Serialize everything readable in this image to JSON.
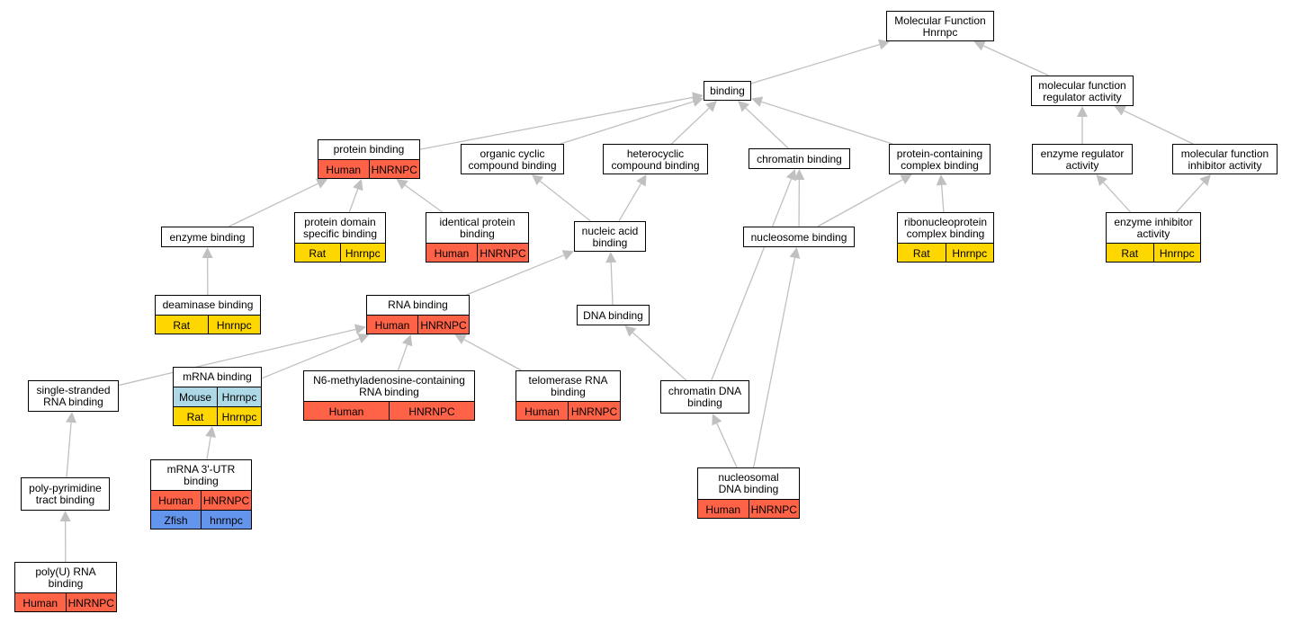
{
  "diagram": {
    "colors": {
      "edge": "#c0c0c0",
      "Human": "#ff6347",
      "Rat": "#ffd700",
      "Mouse": "#add8e6",
      "Zfish": "#6495ed"
    },
    "nodes": [
      {
        "id": "molecular-function",
        "label": "Molecular Function\nHnrnpc",
        "annotations": []
      },
      {
        "id": "binding",
        "label": "binding",
        "annotations": []
      },
      {
        "id": "mf-regulator-activity",
        "label": "molecular function\nregulator activity",
        "annotations": []
      },
      {
        "id": "protein-binding",
        "label": "protein binding",
        "annotations": [
          {
            "species": "Human",
            "gene": "HNRNPC"
          }
        ]
      },
      {
        "id": "organic-cyclic-compound-binding",
        "label": "organic cyclic\ncompound binding",
        "annotations": []
      },
      {
        "id": "heterocyclic-compound-binding",
        "label": "heterocyclic\ncompound binding",
        "annotations": []
      },
      {
        "id": "chromatin-binding",
        "label": "chromatin binding",
        "annotations": []
      },
      {
        "id": "protein-containing-complex-binding",
        "label": "protein-containing\ncomplex binding",
        "annotations": []
      },
      {
        "id": "enzyme-regulator-activity",
        "label": "enzyme regulator\nactivity",
        "annotations": []
      },
      {
        "id": "mf-inhibitor-activity",
        "label": "molecular function\ninhibitor activity",
        "annotations": []
      },
      {
        "id": "enzyme-binding",
        "label": "enzyme binding",
        "annotations": []
      },
      {
        "id": "protein-domain-specific-binding",
        "label": "protein domain\nspecific binding",
        "annotations": [
          {
            "species": "Rat",
            "gene": "Hnrnpc"
          }
        ]
      },
      {
        "id": "identical-protein-binding",
        "label": "identical protein\nbinding",
        "annotations": [
          {
            "species": "Human",
            "gene": "HNRNPC"
          }
        ]
      },
      {
        "id": "nucleic-acid-binding",
        "label": "nucleic acid\nbinding",
        "annotations": []
      },
      {
        "id": "nucleosome-binding",
        "label": "nucleosome binding",
        "annotations": []
      },
      {
        "id": "ribonucleoprotein-complex-binding",
        "label": "ribonucleoprotein\ncomplex binding",
        "annotations": [
          {
            "species": "Rat",
            "gene": "Hnrnpc"
          }
        ]
      },
      {
        "id": "enzyme-inhibitor-activity",
        "label": "enzyme inhibitor\nactivity",
        "annotations": [
          {
            "species": "Rat",
            "gene": "Hnrnpc"
          }
        ]
      },
      {
        "id": "deaminase-binding",
        "label": "deaminase binding",
        "annotations": [
          {
            "species": "Rat",
            "gene": "Hnrnpc"
          }
        ]
      },
      {
        "id": "rna-binding",
        "label": "RNA binding",
        "annotations": [
          {
            "species": "Human",
            "gene": "HNRNPC"
          }
        ]
      },
      {
        "id": "dna-binding",
        "label": "DNA binding",
        "annotations": []
      },
      {
        "id": "single-stranded-rna-binding",
        "label": "single-stranded\nRNA binding",
        "annotations": []
      },
      {
        "id": "mrna-binding",
        "label": "mRNA binding",
        "annotations": [
          {
            "species": "Mouse",
            "gene": "Hnrnpc"
          },
          {
            "species": "Rat",
            "gene": "Hnrnpc"
          }
        ]
      },
      {
        "id": "n6-methyladenosine-rna-binding",
        "label": "N6-methyladenosine-containing\nRNA binding",
        "annotations": [
          {
            "species": "Human",
            "gene": "HNRNPC"
          }
        ]
      },
      {
        "id": "telomerase-rna-binding",
        "label": "telomerase RNA\nbinding",
        "annotations": [
          {
            "species": "Human",
            "gene": "HNRNPC"
          }
        ]
      },
      {
        "id": "chromatin-dna-binding",
        "label": "chromatin DNA\nbinding",
        "annotations": []
      },
      {
        "id": "poly-pyrimidine-tract-binding",
        "label": "poly-pyrimidine\ntract binding",
        "annotations": []
      },
      {
        "id": "mrna-3utr-binding",
        "label": "mRNA 3'-UTR\nbinding",
        "annotations": [
          {
            "species": "Human",
            "gene": "HNRNPC"
          },
          {
            "species": "Zfish",
            "gene": "hnrnpc"
          }
        ]
      },
      {
        "id": "nucleosomal-dna-binding",
        "label": "nucleosomal\nDNA binding",
        "annotations": [
          {
            "species": "Human",
            "gene": "HNRNPC"
          }
        ]
      },
      {
        "id": "poly-u-rna-binding",
        "label": "poly(U) RNA\nbinding",
        "annotations": [
          {
            "species": "Human",
            "gene": "HNRNPC"
          }
        ]
      }
    ],
    "edges": [
      {
        "from": "binding",
        "to": "molecular-function"
      },
      {
        "from": "mf-regulator-activity",
        "to": "molecular-function"
      },
      {
        "from": "protein-binding",
        "to": "binding"
      },
      {
        "from": "organic-cyclic-compound-binding",
        "to": "binding"
      },
      {
        "from": "heterocyclic-compound-binding",
        "to": "binding"
      },
      {
        "from": "chromatin-binding",
        "to": "binding"
      },
      {
        "from": "protein-containing-complex-binding",
        "to": "binding"
      },
      {
        "from": "enzyme-regulator-activity",
        "to": "mf-regulator-activity"
      },
      {
        "from": "mf-inhibitor-activity",
        "to": "mf-regulator-activity"
      },
      {
        "from": "enzyme-binding",
        "to": "protein-binding"
      },
      {
        "from": "protein-domain-specific-binding",
        "to": "protein-binding"
      },
      {
        "from": "identical-protein-binding",
        "to": "protein-binding"
      },
      {
        "from": "nucleic-acid-binding",
        "to": "organic-cyclic-compound-binding"
      },
      {
        "from": "nucleic-acid-binding",
        "to": "heterocyclic-compound-binding"
      },
      {
        "from": "nucleosome-binding",
        "to": "chromatin-binding"
      },
      {
        "from": "nucleosome-binding",
        "to": "protein-containing-complex-binding"
      },
      {
        "from": "ribonucleoprotein-complex-binding",
        "to": "protein-containing-complex-binding"
      },
      {
        "from": "enzyme-inhibitor-activity",
        "to": "enzyme-regulator-activity"
      },
      {
        "from": "enzyme-inhibitor-activity",
        "to": "mf-inhibitor-activity"
      },
      {
        "from": "deaminase-binding",
        "to": "enzyme-binding"
      },
      {
        "from": "rna-binding",
        "to": "nucleic-acid-binding"
      },
      {
        "from": "dna-binding",
        "to": "nucleic-acid-binding"
      },
      {
        "from": "single-stranded-rna-binding",
        "to": "rna-binding"
      },
      {
        "from": "mrna-binding",
        "to": "rna-binding"
      },
      {
        "from": "n6-methyladenosine-rna-binding",
        "to": "rna-binding"
      },
      {
        "from": "telomerase-rna-binding",
        "to": "rna-binding"
      },
      {
        "from": "chromatin-dna-binding",
        "to": "chromatin-binding"
      },
      {
        "from": "chromatin-dna-binding",
        "to": "dna-binding"
      },
      {
        "from": "poly-pyrimidine-tract-binding",
        "to": "single-stranded-rna-binding"
      },
      {
        "from": "mrna-3utr-binding",
        "to": "mrna-binding"
      },
      {
        "from": "nucleosomal-dna-binding",
        "to": "chromatin-dna-binding"
      },
      {
        "from": "nucleosomal-dna-binding",
        "to": "nucleosome-binding"
      },
      {
        "from": "poly-u-rna-binding",
        "to": "poly-pyrimidine-tract-binding"
      }
    ]
  }
}
